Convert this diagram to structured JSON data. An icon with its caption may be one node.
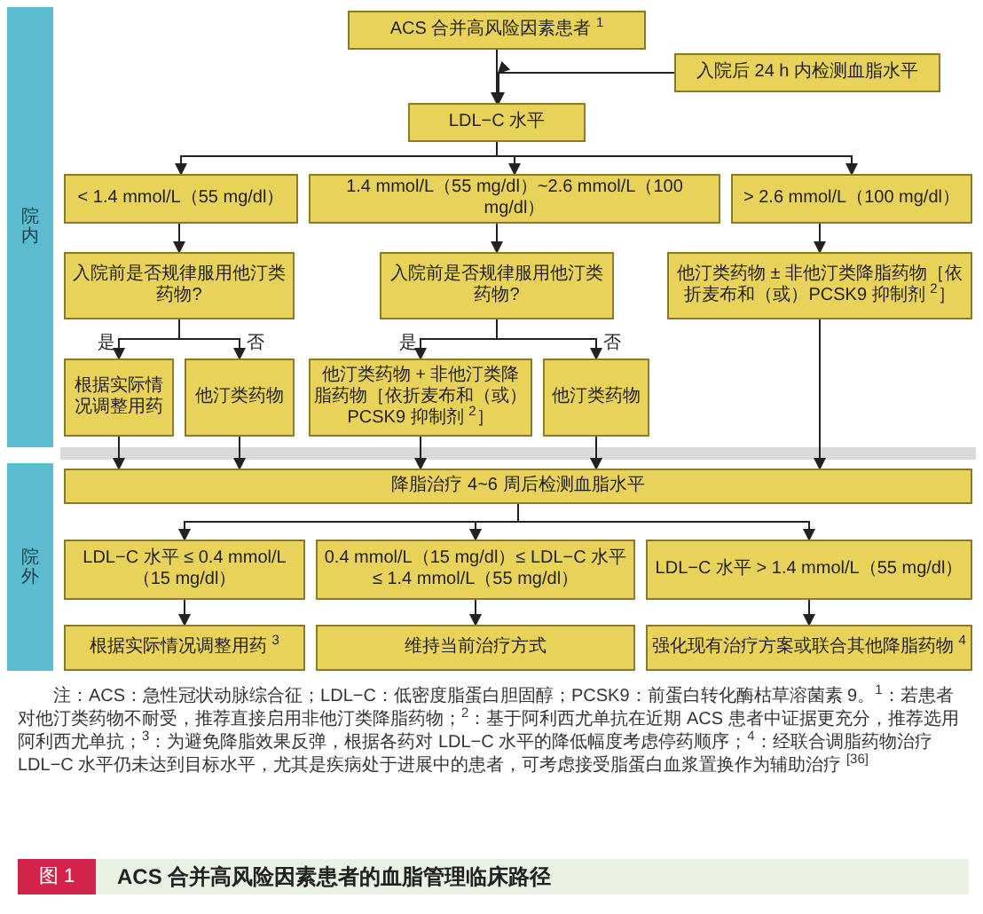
{
  "diagram": {
    "caption": "ACS 合并高风险因素患者的血脂管理临床路径",
    "nodes": [
      {
        "text": [
          "ACS 合并高风险因素患者 $^{1}$"
        ]
      },
      {
        "text": [
          "入院后 24 h 内检测血脂水平"
        ]
      },
      {
        "text": [
          "LDL−C 水平"
        ]
      },
      {
        "text": [
          "< 1.4 mmol/L（55 mg/dl）"
        ]
      },
      {
        "text": [
          "1.4 mmol/L（55 mg/dl）~2.6 mmol/L（100 mg/dl）"
        ]
      },
      {
        "text": [
          "> 2.6 mmol/L（100 mg/dl）"
        ]
      },
      {
        "text": [
          "入院前是否规律服用他汀类药物?"
        ]
      },
      {
        "text": [
          "入院前是否规律服用他汀类药物?"
        ]
      },
      {
        "text": [
          "他汀类药物 ± 非他汀类降脂药物［依折麦布和（或）PCSK9 抑制剂 $^{2}$］"
        ]
      },
      {
        "text": [
          "根据实际情况调整用药"
        ]
      },
      {
        "text": [
          "他汀类药物"
        ]
      },
      {
        "text": [
          "他汀类药物 + 非他汀类降脂药物［依折麦布和（或）PCSK9 抑制剂 $^{2}$］"
        ]
      },
      {
        "text": [
          "他汀类药物"
        ]
      },
      {
        "text": [
          "降脂治疗 4~6 周后检测血脂水平"
        ]
      },
      {
        "text": [
          "LDL−C 水平 ≤ 0.4 mmol/L（15 mg/dl）"
        ]
      },
      {
        "text": [
          "0.4 mmol/L（15 mg/dl）≤ LDL−C 水平 ≤ 1.4 mmol/L（55 mg/dl）"
        ]
      },
      {
        "text": [
          "LDL−C 水平 > 1.4 mmol/L（55 mg/dl）"
        ]
      },
      {
        "text": [
          "根据实际情况调整用药 $^{3}$"
        ]
      },
      {
        "text": [
          "维持当前治疗方式"
        ]
      },
      {
        "text": [
          "强化现有治疗方案或联合其他降脂药物 $^{4}$"
        ]
      },
      {
        "text": [
          "院内"
        ]
      },
      {
        "text": [
          "院外"
        ]
      }
    ],
    "edges": [
      {
        "from": 0,
        "to": 2,
        "arrow": "to"
      },
      {
        "from": 1,
        "to": 2,
        "arrow": "to"
      },
      {
        "from": 2,
        "to": 3,
        "arrow": "to"
      },
      {
        "from": 2,
        "to": 4,
        "arrow": "to"
      },
      {
        "from": 2,
        "to": 5,
        "arrow": "to"
      },
      {
        "from": 3,
        "to": 6,
        "arrow": "to"
      },
      {
        "from": 4,
        "to": 7,
        "arrow": "to"
      },
      {
        "from": 5,
        "to": 8,
        "arrow": "to"
      },
      {
        "from": 6,
        "to": 9,
        "arrow": "to",
        "label": "是"
      },
      {
        "from": 6,
        "to": 10,
        "arrow": "to",
        "label": "否"
      },
      {
        "from": 7,
        "to": 11,
        "arrow": "to",
        "label": "是"
      },
      {
        "from": 7,
        "to": 12,
        "arrow": "to",
        "label": "否"
      },
      {
        "from": 9,
        "to": 13,
        "arrow": "to"
      },
      {
        "from": 10,
        "to": 13,
        "arrow": "to"
      },
      {
        "from": 11,
        "to": 13,
        "arrow": "to"
      },
      {
        "from": 12,
        "to": 13,
        "arrow": "to"
      },
      {
        "from": 8,
        "to": 13,
        "arrow": "to"
      },
      {
        "from": 13,
        "to": 14,
        "arrow": "to"
      },
      {
        "from": 13,
        "to": 15,
        "arrow": "to"
      },
      {
        "from": 13,
        "to": 16,
        "arrow": "to"
      },
      {
        "from": 14,
        "to": 17,
        "arrow": "to"
      },
      {
        "from": 15,
        "to": 18,
        "arrow": "to"
      },
      {
        "from": 16,
        "to": 19,
        "arrow": "to"
      }
    ],
    "labels": [
      "注：ACS：急性冠状动脉综合征；LDL−C：低密度脂蛋白胆固醇；PCSK9：前蛋白转化酶枯草溶菌素 9。$^{1}$：若患者对他汀类药物不耐受，推荐直接启用非他汀类降脂药物；$^{2}$：基于阿利西尤单抗在近期 ACS 患者中证据更充分，推荐选用阿利西尤单抗；$^{3}$：为避免降脂效果反弹，根据各药对 LDL−C 水平的降低幅度考虑停药顺序；$^{4}$：经联合调脂药物治疗 LDL−C 水平仍未达到目标水平，尤其是疾病处于进展中的患者，可考虑接受脂蛋白血浆置换作为辅助治疗 $^{[36]}$",
      "图 1"
    ]
  }
}
